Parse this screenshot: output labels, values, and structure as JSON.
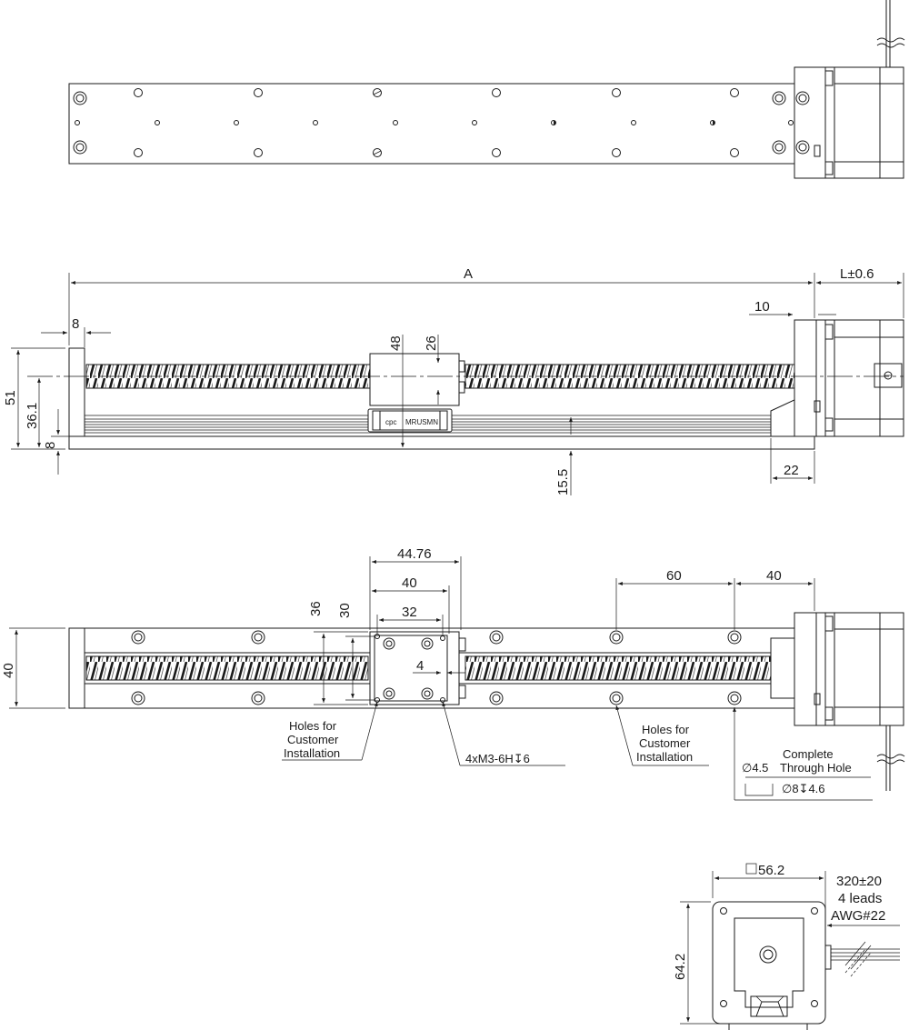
{
  "dimensions": {
    "a": "A",
    "l_tol": "L±0.6",
    "d10": "10",
    "d8_top": "8",
    "d48": "48",
    "d26": "26",
    "d51": "51",
    "d36_1": "36.1",
    "d8_side": "8",
    "d15_5": "15.5",
    "d22": "22",
    "d44_76": "44.76",
    "d40_block": "40",
    "d32": "32",
    "d60": "60",
    "d40_pitch": "40",
    "d36": "36",
    "d30": "30",
    "d40_height": "40",
    "d4": "4",
    "d56_2": "56.2",
    "d64_2": "64.2",
    "cable_len": "320±20"
  },
  "notes": {
    "holes_left": [
      "Holes for",
      "Customer",
      "Installation"
    ],
    "holes_right": [
      "Holes for",
      "Customer",
      "Installation"
    ],
    "thread": "4xM3-6H↧6",
    "through_hole": [
      "Complete",
      "Through Hole"
    ],
    "dia_4_5": "∅4.5",
    "dia_8": "∅8↧4.6",
    "leads": "4 leads",
    "awg": "AWG#22"
  },
  "block_labels": {
    "brand": "cpc",
    "model": "MRUSMN"
  }
}
